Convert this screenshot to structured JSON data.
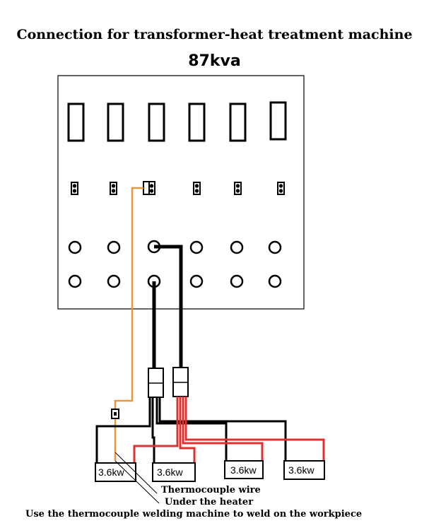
{
  "title": "Connection for transformer-heat treatment machine",
  "subtitle": "87kva",
  "heaters": [
    {
      "label": "3.6kw"
    },
    {
      "label": "3.6kw"
    },
    {
      "label": "3.6kw"
    },
    {
      "label": "3.6kw"
    }
  ],
  "notes": {
    "thermocouple": "Thermocouple wire",
    "under_heater": "Under the heater",
    "weld": "Use the thermocouple welding machine to weld on the workpiece"
  },
  "colors": {
    "power_wire": "#000000",
    "heater_wire": "#e03030",
    "thermocouple_wire": "#e8963c"
  }
}
